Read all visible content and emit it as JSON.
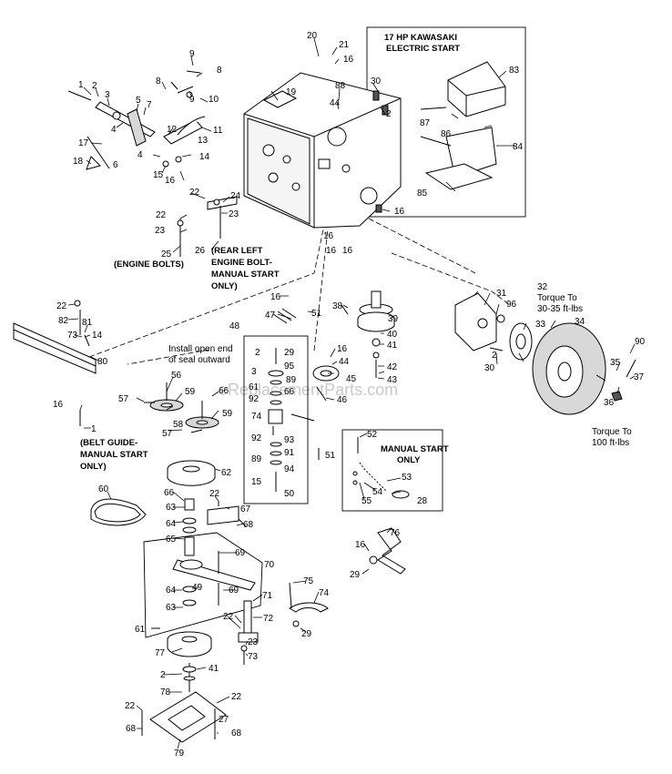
{
  "notes": {
    "kawasaki_line1": "17 HP KAWASAKI",
    "kawasaki_line2": "ELECTRIC START",
    "rear_engine_line1": "(REAR LEFT",
    "rear_engine_line2": "ENGINE BOLT-",
    "rear_engine_line3": "MANUAL START",
    "rear_engine_line4": "ONLY)",
    "engine_bolts": "(ENGINE BOLTS)",
    "seal_line1": "Install open end",
    "seal_line2": "of seal outward",
    "torque_hub_line1": "Torque To",
    "torque_hub_line2": "30-35 ft-lbs",
    "torque_nut_line1": "Torque To",
    "torque_nut_line2": "100 ft-lbs",
    "belt_guide_line1": "(BELT GUIDE-",
    "belt_guide_line2": "MANUAL START",
    "belt_guide_line3": "ONLY)",
    "manual_start_line1": "MANUAL START",
    "manual_start_line2": "ONLY",
    "watermark": "eReplacementParts.com"
  },
  "callouts": [
    "1",
    "2",
    "3",
    "4",
    "5",
    "6",
    "7",
    "8",
    "8",
    "9",
    "9",
    "10",
    "11",
    "12",
    "13",
    "4",
    "14",
    "15",
    "16",
    "17",
    "18",
    "20",
    "21",
    "16",
    "19",
    "88",
    "44",
    "30",
    "2",
    "83",
    "87",
    "86",
    "84",
    "85",
    "16",
    "16",
    "16",
    "16",
    "22",
    "24",
    "23",
    "22",
    "23",
    "25",
    "26",
    "22",
    "82",
    "81",
    "73",
    "14",
    "80",
    "16",
    "51",
    "47",
    "38",
    "31",
    "32",
    "96",
    "33",
    "34",
    "39",
    "40",
    "41",
    "42",
    "43",
    "90",
    "48",
    "2",
    "29",
    "3",
    "95",
    "89",
    "61",
    "92",
    "66",
    "16",
    "44",
    "45",
    "46",
    "74",
    "92",
    "93",
    "89",
    "91",
    "94",
    "15",
    "50",
    "51",
    "56",
    "59",
    "57",
    "66",
    "58",
    "59",
    "57",
    "16",
    "1",
    "52",
    "53",
    "54",
    "55",
    "28",
    "2",
    "30",
    "35",
    "36",
    "37",
    "62",
    "60",
    "66",
    "22",
    "67",
    "63",
    "64",
    "68",
    "65",
    "69",
    "70",
    "64",
    "49",
    "69",
    "63",
    "71",
    "72",
    "16",
    "29",
    "76",
    "75",
    "74",
    "29",
    "61",
    "22",
    "77",
    "23",
    "73",
    "2",
    "41",
    "78",
    "22",
    "22",
    "27",
    "68",
    "68",
    "79"
  ]
}
